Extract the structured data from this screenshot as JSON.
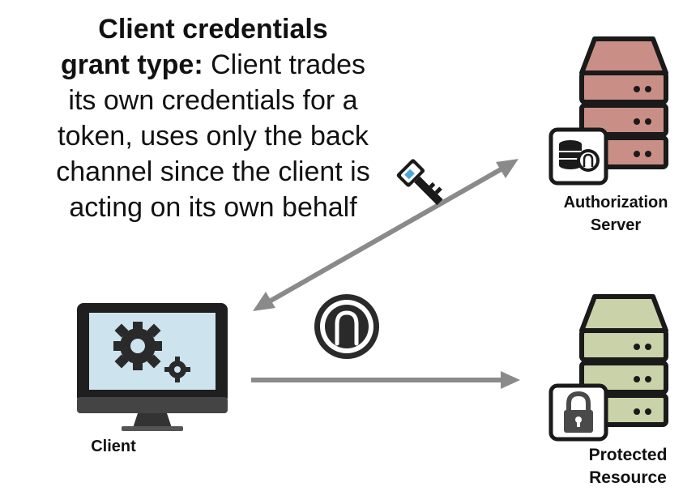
{
  "description": {
    "bold_line1": "Client credentials",
    "bold_line2_prefix": "grant type:",
    "line2_rest": " Client trades",
    "line3": "its own credentials for a",
    "line4": "token, uses only the back",
    "line5": "channel since the client is",
    "line6": "acting on its own behalf"
  },
  "nodes": {
    "authorization_server": {
      "label_line1": "Authorization",
      "label_line2": "Server",
      "color": "#c98f86"
    },
    "protected_resource": {
      "label_line1": "Protected",
      "label_line2": "Resource",
      "color": "#c9d2a8"
    },
    "client": {
      "label": "Client",
      "screen_color": "#cde4ef"
    }
  },
  "icons": {
    "token": "token-a-icon",
    "key": "key-icon",
    "lock": "lock-icon",
    "db_token": "database-token-icon",
    "gears": "gear-icon"
  },
  "colors": {
    "arrow": "#8a8a8a",
    "dark": "#1a1a1a"
  }
}
